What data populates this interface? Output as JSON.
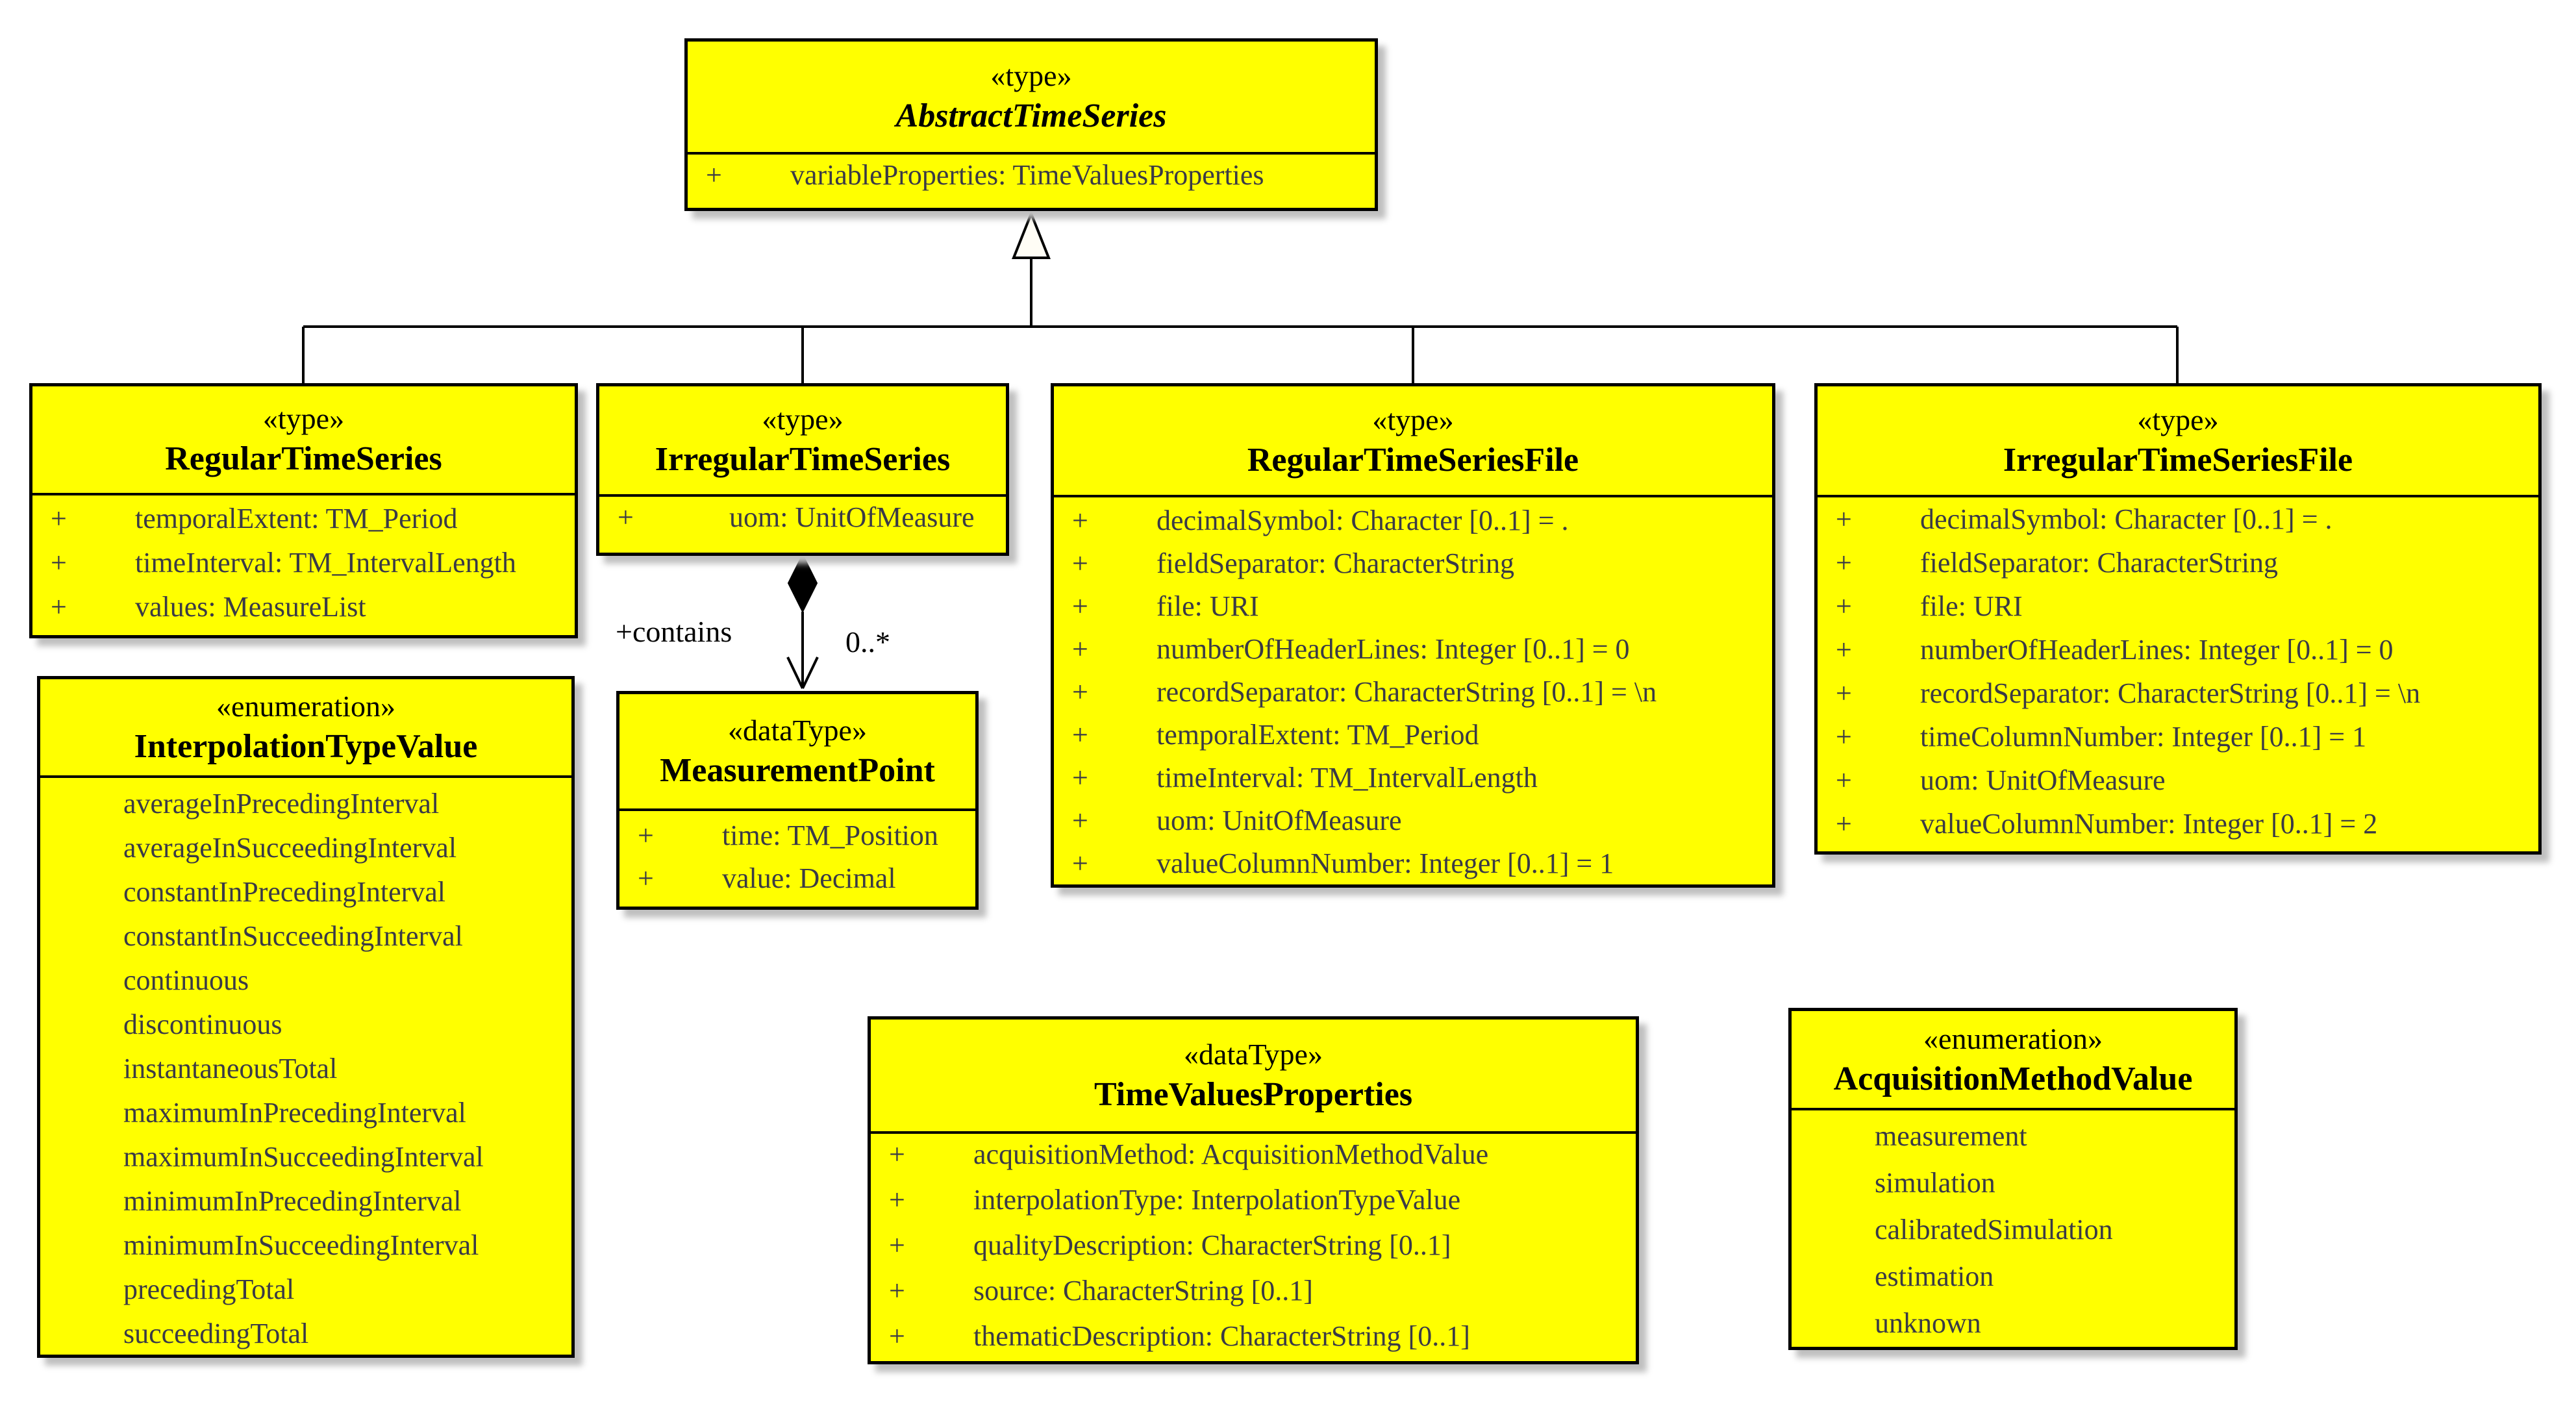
{
  "diagram": {
    "background": "#ffffff",
    "box_fill": "#FFFF00",
    "border_color": "#000000",
    "title_color": "#000000",
    "attribute_color": "#3a3a46"
  },
  "boxes": {
    "abstract": {
      "stereotype": "«type»",
      "name": "AbstractTimeSeries",
      "attributes": [
        {
          "v": "+",
          "t": "variableProperties: TimeValuesProperties"
        }
      ]
    },
    "regular": {
      "stereotype": "«type»",
      "name": "RegularTimeSeries",
      "attributes": [
        {
          "v": "+",
          "t": "temporalExtent: TM_Period"
        },
        {
          "v": "+",
          "t": "timeInterval: TM_IntervalLength"
        },
        {
          "v": "+",
          "t": "values: MeasureList"
        }
      ]
    },
    "irregular": {
      "stereotype": "«type»",
      "name": "IrregularTimeSeries",
      "attributes": [
        {
          "v": "+",
          "t": "uom: UnitOfMeasure"
        }
      ]
    },
    "regularFile": {
      "stereotype": "«type»",
      "name": "RegularTimeSeriesFile",
      "attributes": [
        {
          "v": "+",
          "t": "decimalSymbol: Character [0..1] = ."
        },
        {
          "v": "+",
          "t": "fieldSeparator: CharacterString"
        },
        {
          "v": "+",
          "t": "file: URI"
        },
        {
          "v": "+",
          "t": "numberOfHeaderLines: Integer [0..1] = 0"
        },
        {
          "v": "+",
          "t": "recordSeparator: CharacterString [0..1] = \\n"
        },
        {
          "v": "+",
          "t": "temporalExtent: TM_Period"
        },
        {
          "v": "+",
          "t": "timeInterval: TM_IntervalLength"
        },
        {
          "v": "+",
          "t": "uom: UnitOfMeasure"
        },
        {
          "v": "+",
          "t": "valueColumnNumber: Integer [0..1] = 1"
        }
      ]
    },
    "irregularFile": {
      "stereotype": "«type»",
      "name": "IrregularTimeSeriesFile",
      "attributes": [
        {
          "v": "+",
          "t": "decimalSymbol: Character [0..1] = ."
        },
        {
          "v": "+",
          "t": "fieldSeparator: CharacterString"
        },
        {
          "v": "+",
          "t": "file: URI"
        },
        {
          "v": "+",
          "t": "numberOfHeaderLines: Integer [0..1] = 0"
        },
        {
          "v": "+",
          "t": "recordSeparator: CharacterString [0..1] = \\n"
        },
        {
          "v": "+",
          "t": "timeColumnNumber: Integer [0..1] = 1"
        },
        {
          "v": "+",
          "t": "uom: UnitOfMeasure"
        },
        {
          "v": "+",
          "t": "valueColumnNumber: Integer [0..1] = 2"
        }
      ]
    },
    "measurementPoint": {
      "stereotype": "«dataType»",
      "name": "MeasurementPoint",
      "attributes": [
        {
          "v": "+",
          "t": "time: TM_Position"
        },
        {
          "v": "+",
          "t": "value: Decimal"
        }
      ]
    },
    "interpolation": {
      "stereotype": "«enumeration»",
      "name": "InterpolationTypeValue",
      "literals": [
        "averageInPrecedingInterval",
        "averageInSucceedingInterval",
        "constantInPrecedingInterval",
        "constantInSucceedingInterval",
        "continuous",
        "discontinuous",
        "instantaneousTotal",
        "maximumInPrecedingInterval",
        "maximumInSucceedingInterval",
        "minimumInPrecedingInterval",
        "minimumInSucceedingInterval",
        "precedingTotal",
        "succeedingTotal"
      ]
    },
    "timeValues": {
      "stereotype": "«dataType»",
      "name": "TimeValuesProperties",
      "attributes": [
        {
          "v": "+",
          "t": "acquisitionMethod: AcquisitionMethodValue"
        },
        {
          "v": "+",
          "t": "interpolationType: InterpolationTypeValue"
        },
        {
          "v": "+",
          "t": "qualityDescription: CharacterString [0..1]"
        },
        {
          "v": "+",
          "t": "source: CharacterString [0..1]"
        },
        {
          "v": "+",
          "t": "thematicDescription: CharacterString [0..1]"
        }
      ]
    },
    "acquisition": {
      "stereotype": "«enumeration»",
      "name": "AcquisitionMethodValue",
      "literals": [
        "measurement",
        "simulation",
        "calibratedSimulation",
        "estimation",
        "unknown"
      ]
    }
  },
  "associations": {
    "contains_label": "+contains",
    "contains_multiplicity": "0..*"
  }
}
